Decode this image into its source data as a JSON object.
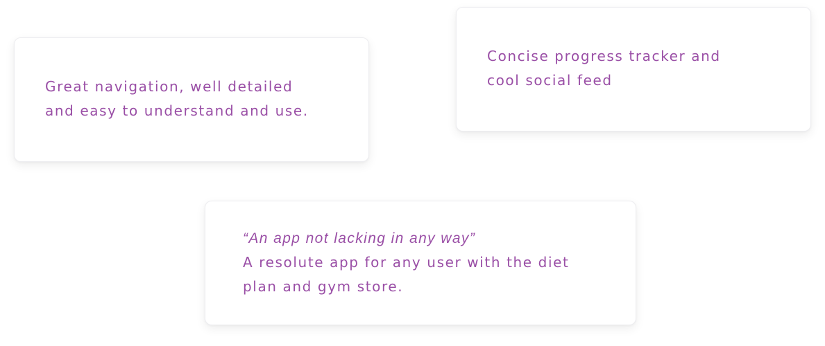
{
  "testimonials": [
    {
      "lines": [
        "Great navigation, well detailed",
        "and easy to understand and use."
      ]
    },
    {
      "lines": [
        "Concise progress tracker and",
        "cool social feed"
      ]
    },
    {
      "quote": "“An app not lacking in any way”",
      "lines": [
        "A resolute app for any user with the diet",
        "plan and gym store."
      ]
    }
  ],
  "colors": {
    "text": "#9a4fa6",
    "card_background": "#ffffff",
    "card_border": "#ededf0"
  }
}
